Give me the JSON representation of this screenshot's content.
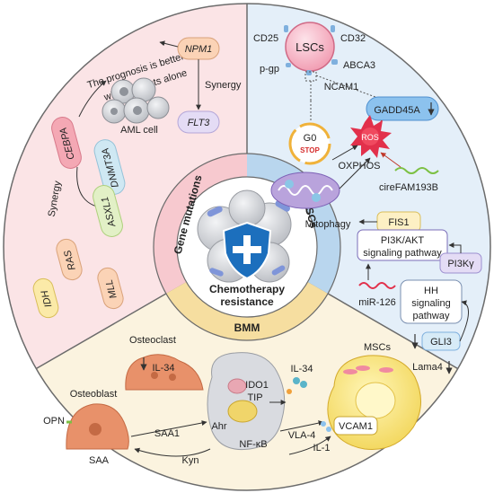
{
  "center": {
    "line1": "Chemotherapy",
    "line2": "resistance"
  },
  "ring_labels": {
    "gene": "Gene mutations",
    "lscs": "LSCs",
    "bmm": "BMM"
  },
  "gene": {
    "prognosis_line1": "The prognosis is better",
    "prognosis_line2": "when it exists alone",
    "npm1": "NPM1",
    "synergy_right": "Synergy",
    "flt3": "FLT3",
    "aml_cell": "AML cell",
    "cebpa": "CEBPA",
    "dnmt3a": "DNMT3A",
    "synergy_left": "Synergy",
    "asxl1": "ASXL1",
    "ras": "RAS",
    "mll": "MLL",
    "idh": "IDH"
  },
  "lscs": {
    "cd25": "CD25",
    "cd32": "CD32",
    "lscs_cell": "LSCs",
    "abca3": "ABCA3",
    "pgp": "p-gp",
    "ncam1": "NCAM1",
    "gadd45a": "GADD45A",
    "g0": "G0",
    "stop": "STOP",
    "oxphos": "OXPHOS",
    "ros": "ROS",
    "circ": "cireFAM193B",
    "mitophagy": "Mitophagy",
    "fis1": "FIS1",
    "pi3k_line1": "PI3K/AKT",
    "pi3k_line2": "signaling pathway",
    "pi3ky": "PI3Kγ",
    "mir126": "miR-126",
    "hh_line1": "HH",
    "hh_line2": "signaling",
    "hh_line3": "pathway",
    "gli3": "GLI3"
  },
  "bmm": {
    "osteoclast": "Osteoclast",
    "il34_left": "IL-34",
    "osteoblast": "Osteoblast",
    "opn": "OPN",
    "saa1": "SAA1",
    "saa": "SAA",
    "kyn": "Kyn",
    "ido1": "IDO1",
    "tip": "TIP",
    "ahr": "Ahr",
    "nfkb": "NF-κB",
    "vla4": "VLA-4",
    "il1": "IL-1",
    "il34_right": "IL-34",
    "mscs": "MSCs",
    "lama4": "Lama4",
    "vcam1": "VCAM1"
  },
  "colors": {
    "gene_bg": "#fbe4e6",
    "lscs_bg": "#e4eff9",
    "bmm_bg": "#fbf3df",
    "ring_gene": "#f7c9cf",
    "ring_lscs": "#b9d6ee",
    "ring_bmm": "#f6dea0",
    "outline": "#6b6b6b"
  }
}
